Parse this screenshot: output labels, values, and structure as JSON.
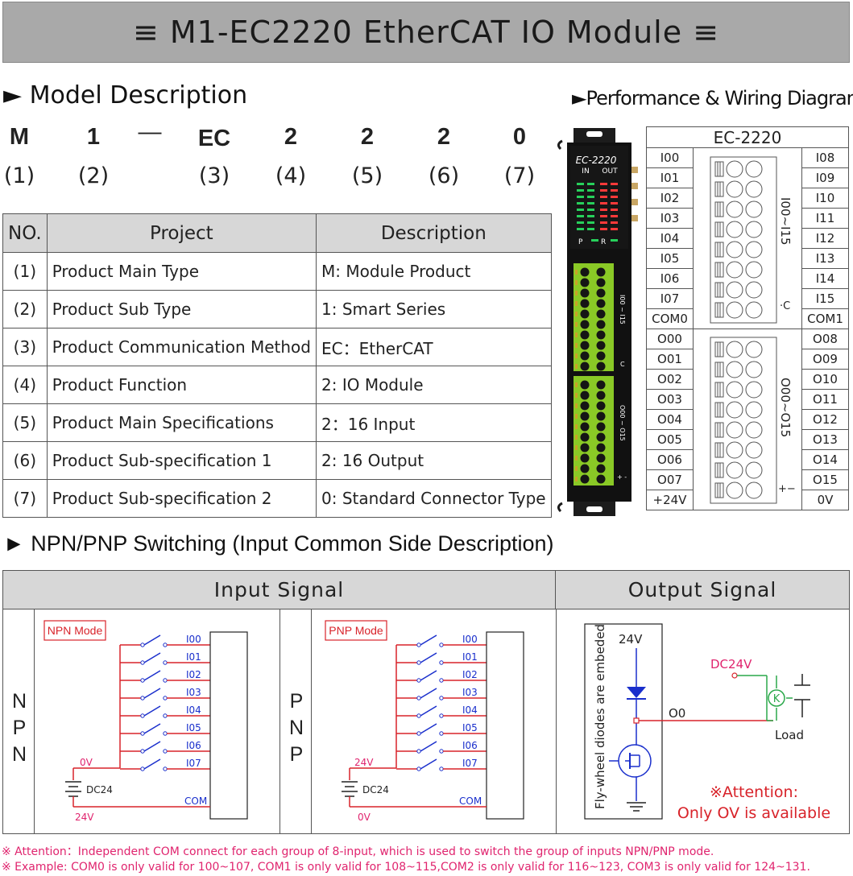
{
  "banner": {
    "title": "≡ M1-EC2220  EtherCAT IO Module ≡"
  },
  "model": {
    "heading": "► Model Description",
    "codes": [
      "M",
      "1",
      "—",
      "EC",
      "2",
      "2",
      "2",
      "0"
    ],
    "indices": [
      "(1)",
      "(2)",
      "(3)",
      "(4)",
      "(5)",
      "(6)",
      "(7)"
    ],
    "table_headers": [
      "NO.",
      "Project",
      "Description"
    ],
    "rows": [
      {
        "no": "(1)",
        "project": "Product Main Type",
        "desc": "M: Module Product"
      },
      {
        "no": "(2)",
        "project": "Product Sub Type",
        "desc": "1: Smart Series"
      },
      {
        "no": "(3)",
        "project": "Product Communication Method",
        "desc": "EC：EtherCAT"
      },
      {
        "no": "(4)",
        "project": "Product Function",
        "desc": "2: IO Module"
      },
      {
        "no": "(5)",
        "project": "Product Main Specifications",
        "desc": "2：16 Input"
      },
      {
        "no": "(6)",
        "project": "Product Sub-specification 1",
        "desc": "2: 16 Output"
      },
      {
        "no": "(7)",
        "project": "Product Sub-specification 2",
        "desc": "0: Standard Connector Type"
      }
    ]
  },
  "wiring": {
    "heading": "►Performance & Wiring Diagram",
    "device_label": "EC-2220",
    "in_label": "IN",
    "out_label": "OUT",
    "p_label": "P",
    "r_label": "R",
    "dev_input_range": "I00 ~ I15",
    "dev_output_range": "O00 ~ O15",
    "dev_c": "C",
    "dev_pm": "+ -",
    "table_title": "EC-2220",
    "left": [
      "I00",
      "I01",
      "I02",
      "I03",
      "I04",
      "I05",
      "I06",
      "I07",
      "COM0",
      "O00",
      "O01",
      "O02",
      "O03",
      "O04",
      "O05",
      "O06",
      "O07",
      "+24V"
    ],
    "right": [
      "I08",
      "I09",
      "I10",
      "I11",
      "I12",
      "I13",
      "I14",
      "I15",
      "COM1",
      "O08",
      "O09",
      "O10",
      "O11",
      "O12",
      "O13",
      "O14",
      "O15",
      "0V"
    ],
    "input_range": "I00~I15",
    "output_range": "O00~O15",
    "c_label": "·C",
    "pm_label": "+−"
  },
  "switching": {
    "heading": "► NPN/PNP Switching (Input Common Side Description)",
    "input_header": "Input Signal",
    "output_header": "Output Signal",
    "npn_side": [
      "N",
      "P",
      "N"
    ],
    "pnp_side": [
      "P",
      "N",
      "P"
    ],
    "npn_mode": "NPN Mode",
    "pnp_mode": "PNP Mode",
    "inputs": [
      "I00",
      "I01",
      "I02",
      "I03",
      "I04",
      "I05",
      "I06",
      "I07"
    ],
    "dc24": "DC24",
    "com": "COM",
    "npn_top": "0V",
    "npn_bottom": "24V",
    "pnp_top": "24V",
    "pnp_bottom": "0V",
    "fly_wheel": "Fly-wheel diodes are embeded",
    "v24": "24V",
    "dc24v": "DC24V",
    "o0": "O0",
    "k": "K",
    "load": "Load",
    "attention1": "※Attention:",
    "attention2": "Only OV is available"
  },
  "footer": {
    "line1": "※ Attention：Independent COM connect for each group of 8-input, which is used to switch the group of inputs NPN/PNP mode.",
    "line2": "※ Example: COM0 is only valid for 100~107, COM1 is only valid for 108~115,COM2 is only valid for 116~123, COM3 is only valid for 124~131."
  },
  "colors": {
    "banner": "#a9a9a9",
    "wire_red": "#d8232a",
    "wire_green": "#2aa84a",
    "blue": "#1a2fcc",
    "magenta": "#e0246e",
    "terminal_green": "#8ac926"
  }
}
